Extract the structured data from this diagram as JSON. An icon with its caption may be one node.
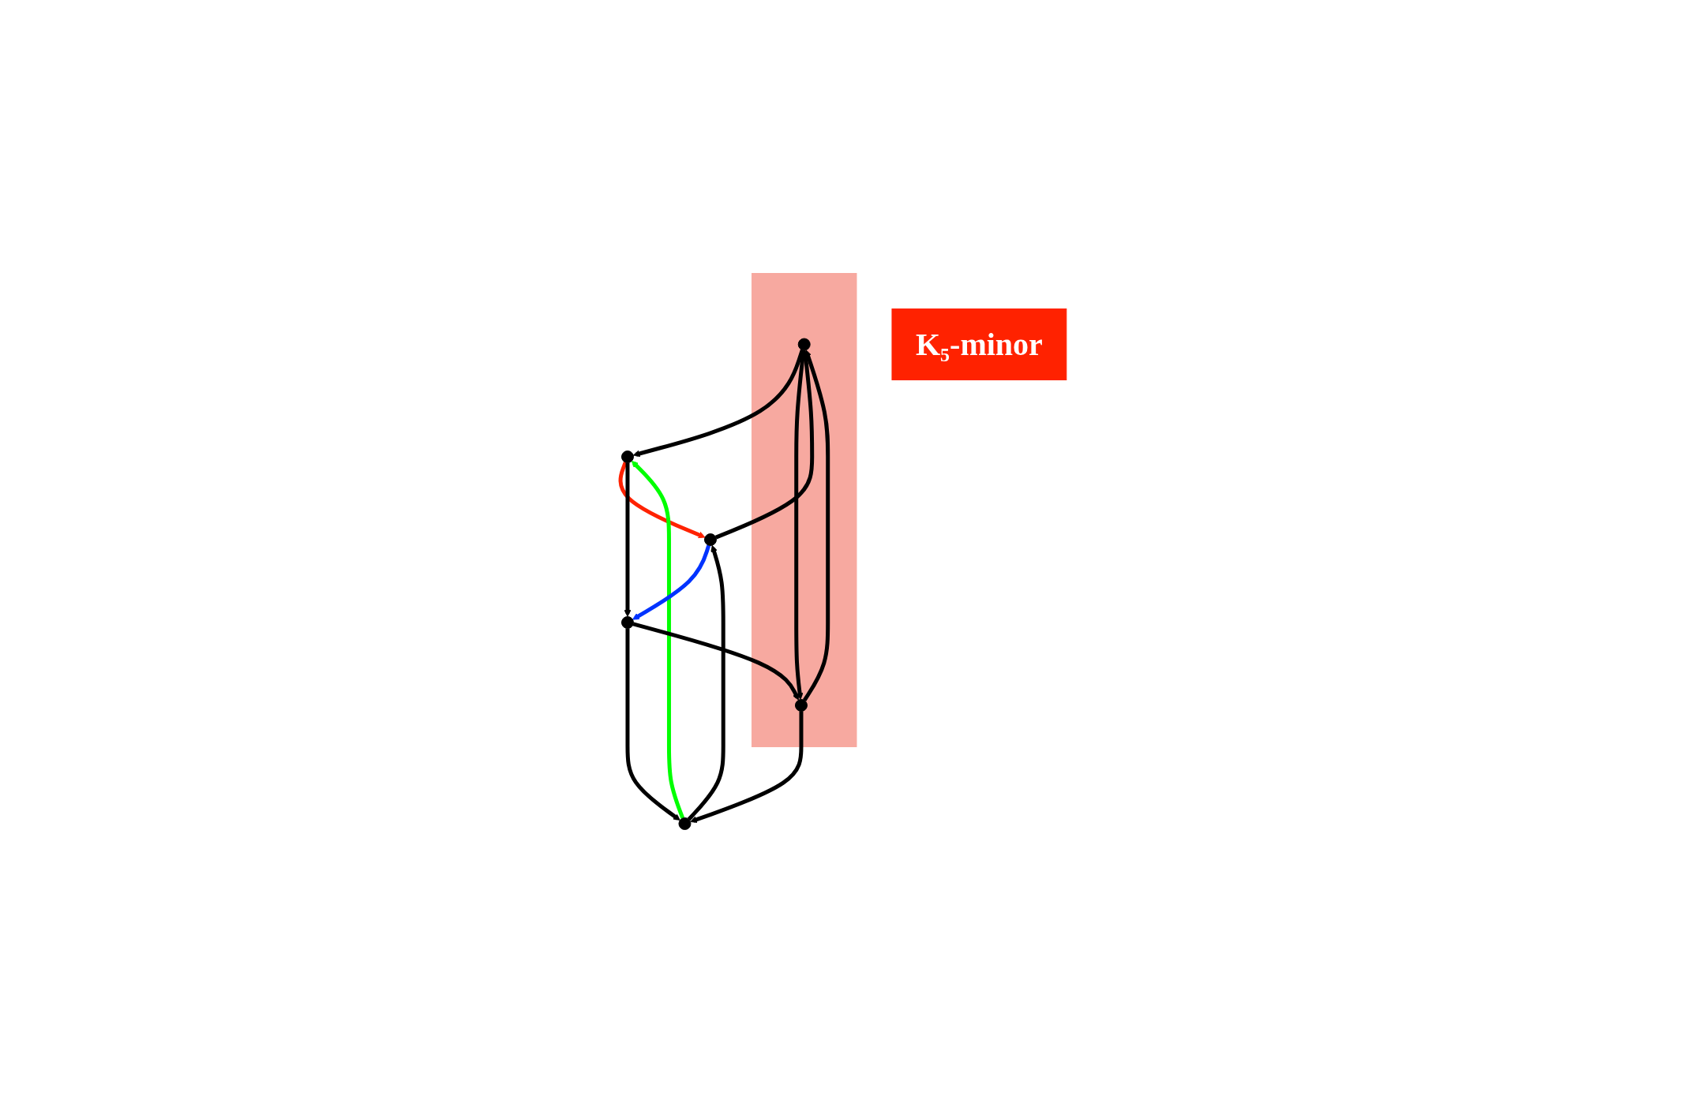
{
  "diagram": {
    "nodes": [
      {
        "text": [],
        "shape": "box"
      },
      {
        "text": [],
        "shape": "circle",
        "in": 0
      },
      {
        "text": [
          "K₅-minor"
        ]
      },
      {
        "text": [],
        "shape": "circle"
      },
      {
        "text": [],
        "shape": "circle"
      },
      {
        "text": [],
        "shape": "circle",
        "in": 0
      },
      {
        "text": [],
        "shape": "circle"
      },
      {
        "text": [],
        "shape": "circle"
      }
    ],
    "edges": [
      {
        "from": 1,
        "to": 3,
        "arrow": "to"
      },
      {
        "from": 4,
        "to": 1,
        "arrow": "to"
      },
      {
        "from": 3,
        "to": 4,
        "arrow": "to",
        "color": "#ff2200"
      },
      {
        "from": 3,
        "to": 6,
        "arrow": "to"
      },
      {
        "from": 7,
        "to": 4,
        "arrow": "to"
      },
      {
        "from": 6,
        "to": 7,
        "arrow": "to"
      },
      {
        "from": 7,
        "to": 3,
        "arrow": "to",
        "color": "#00ff00"
      },
      {
        "from": 4,
        "to": 6,
        "arrow": "to",
        "color": "#0033ff"
      },
      {
        "from": 6,
        "to": 5,
        "arrow": "to"
      },
      {
        "from": 5,
        "to": 7,
        "arrow": "to"
      },
      {
        "from": 5,
        "to": 1,
        "arrow": "to"
      },
      {
        "from": 1,
        "to": 5,
        "arrow": "to"
      }
    ]
  }
}
